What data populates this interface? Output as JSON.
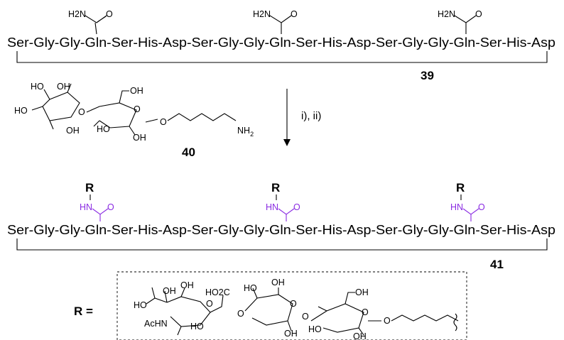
{
  "peptide_top": {
    "sequence": "Ser-Gly-Gly-Gln-Ser-His-Asp-Ser-Gly-Gly-Gln-Ser-His-Asp-Ser-Gly-Gly-Gln-Ser-His-Asp",
    "side_amide_nh2": "H2N",
    "side_amide_o": "O",
    "compound_number": "39"
  },
  "reagent": {
    "compound_number": "40",
    "labels": {
      "ho": "HO",
      "oh": "OH",
      "o": "O",
      "nh2": "NH2"
    }
  },
  "arrow": {
    "conditions": "i), ii)"
  },
  "peptide_bottom": {
    "sequence": "Ser-Gly-Gly-Gln-Ser-His-Asp-Ser-Gly-Gly-Gln-Ser-His-Asp-Ser-Gly-Gly-Gln-Ser-His-Asp",
    "r_label": "R",
    "side_hn": "HN",
    "side_o": "O",
    "compound_number": "41"
  },
  "r_definition": {
    "r_equals": "R =",
    "labels": {
      "ho": "HO",
      "oh": "OH",
      "o": "O",
      "co2h": "HO2C",
      "achn": "AcHN"
    }
  },
  "colors": {
    "modified_side_chain": "#8a2be2",
    "text": "#000000"
  }
}
